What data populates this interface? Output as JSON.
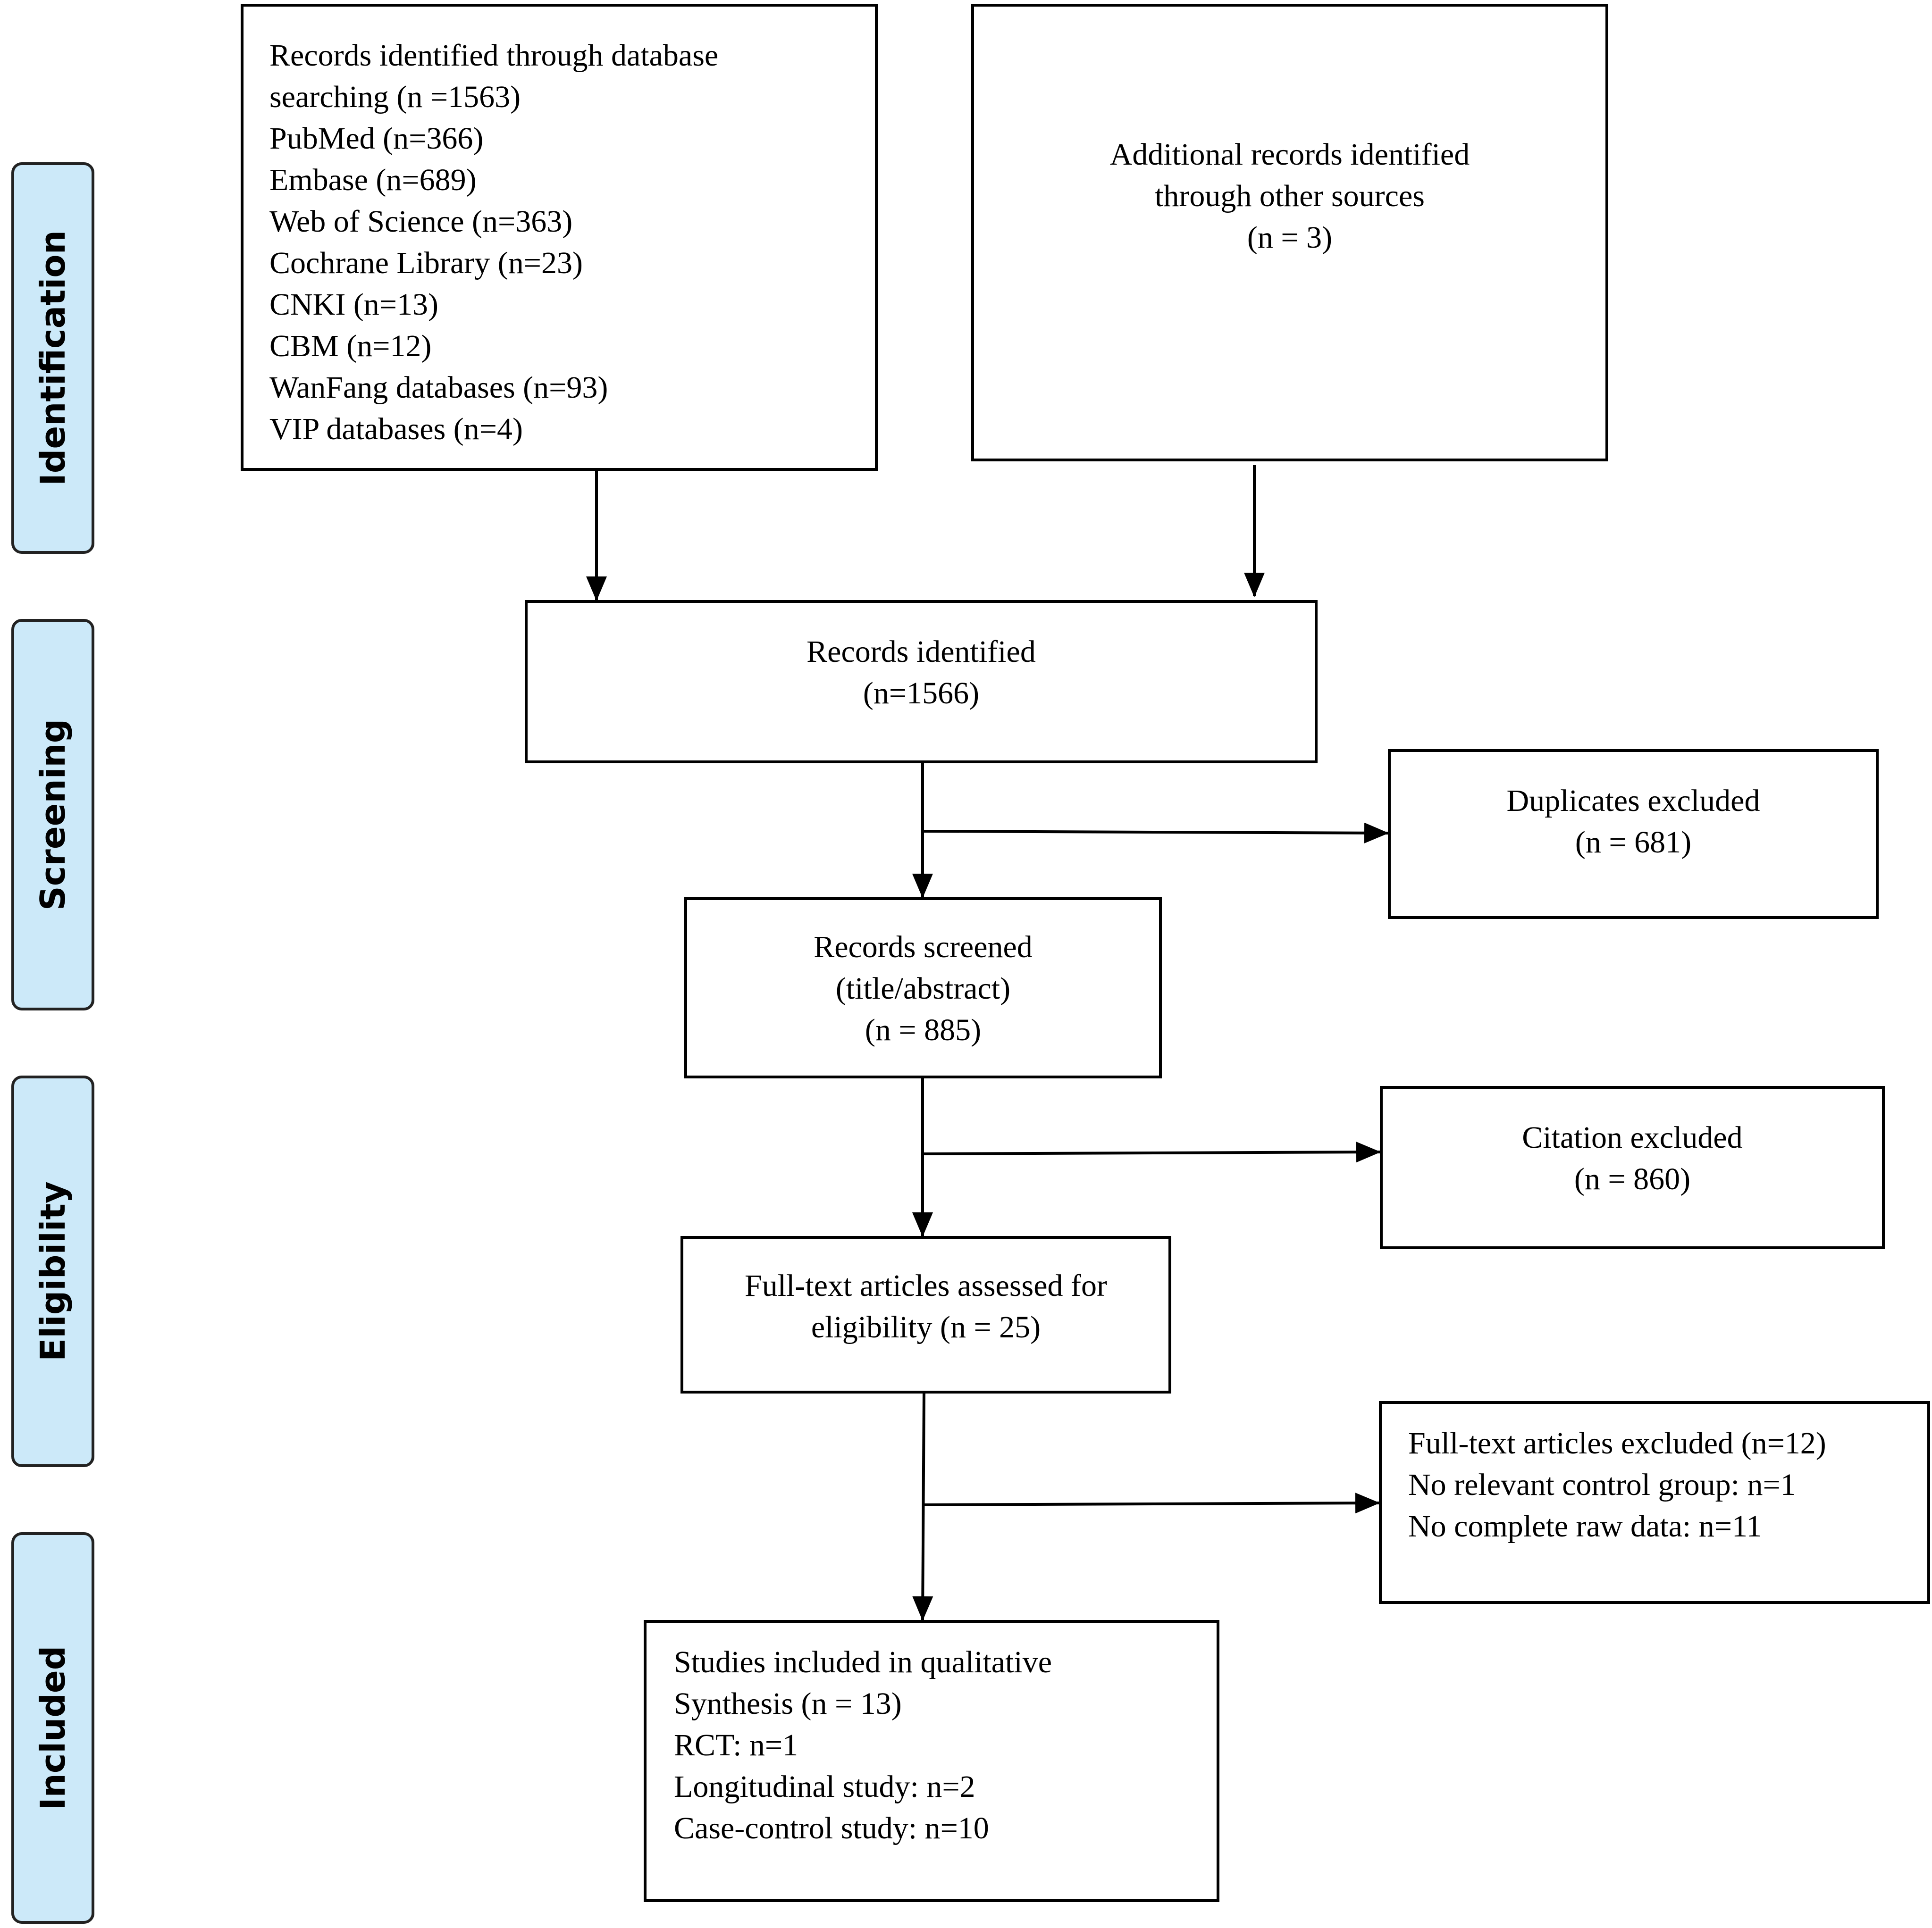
{
  "stages": {
    "identification": "Identification",
    "screening": "Screening",
    "eligibility": "Eligibility",
    "included": "Included"
  },
  "boxes": {
    "database_search": {
      "lines": [
        "Records identified through database",
        "searching (n =1563)",
        "PubMed (n=366)",
        "Embase (n=689)",
        "Web of Science (n=363)",
        "Cochrane Library (n=23)",
        "CNKI (n=13)",
        "CBM (n=12)",
        "WanFang databases (n=93)",
        "VIP databases (n=4)"
      ]
    },
    "other_sources": {
      "lines": [
        "Additional records identified",
        "through other sources",
        "(n = 3)"
      ]
    },
    "records_identified": {
      "lines": [
        "Records identified",
        "(n=1566)"
      ]
    },
    "duplicates_excluded": {
      "lines": [
        "Duplicates excluded",
        "(n = 681)"
      ]
    },
    "records_screened": {
      "lines": [
        "Records screened",
        "(title/abstract)",
        "(n = 885)"
      ]
    },
    "citation_excluded": {
      "lines": [
        "Citation excluded",
        "(n = 860)"
      ]
    },
    "fulltext_assessed": {
      "lines": [
        "Full-text articles assessed for",
        "eligibility (n = 25)"
      ]
    },
    "fulltext_excluded": {
      "lines": [
        "Full-text articles excluded (n=12)",
        "No relevant control group: n=1",
        "No complete raw data: n=11"
      ]
    },
    "studies_included": {
      "lines": [
        "Studies included in qualitative",
        "Synthesis (n = 13)",
        "RCT: n=1",
        "Longitudinal study: n=2",
        "Case-control study: n=10"
      ]
    }
  }
}
